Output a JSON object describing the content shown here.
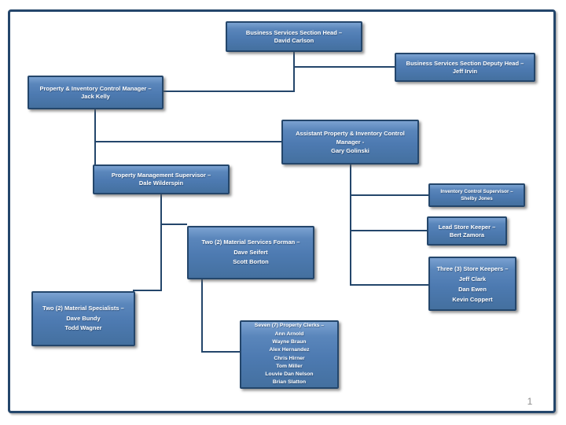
{
  "slide": {
    "page_number": "1",
    "colors": {
      "box_fill": "#4d7ab1",
      "box_fill_light": "#7ba2d1",
      "box_border": "#24466b",
      "connector": "#24466b",
      "slide_border": "#24466b",
      "text": "#ffffff",
      "page_number": "#8c8c8c"
    }
  },
  "org_chart": {
    "type": "org-chart",
    "nodes": {
      "section_head": {
        "lines": [
          "Business Services Section Head –",
          "David Carlson"
        ]
      },
      "deputy_head": {
        "lines": [
          "Business Services Section Deputy Head –",
          "Jeff Irvin"
        ]
      },
      "property_inventory_control_manager": {
        "lines": [
          "Property & Inventory Control Manager –",
          "Jack Kelly"
        ]
      },
      "assistant_manager": {
        "lines": [
          "Assistant Property & Inventory Control",
          "Manager  -",
          "Gary Golinski"
        ]
      },
      "property_management_supervisor": {
        "lines": [
          "Property Management Supervisor –",
          "Dale Wilderspin"
        ]
      },
      "inventory_control_supervisor": {
        "lines": [
          "Inventory Control Supervisor –",
          "Shelby Jones"
        ]
      },
      "lead_store_keeper": {
        "lines": [
          "Lead Store Keeper –",
          "Bert Zamora"
        ]
      },
      "store_keepers": {
        "lines": [
          "Three (3) Store Keepers –",
          "Jeff Clark",
          "Dan Ewen",
          "Kevin Coppert"
        ]
      },
      "material_services_forman": {
        "lines": [
          "Two (2) Material Services Forman –",
          "Dave Seifert",
          "Scott Borton"
        ]
      },
      "material_specialists": {
        "lines": [
          "Two (2) Material Specialists –",
          "Dave Bundy",
          "Todd Wagner"
        ]
      },
      "property_clerks": {
        "lines": [
          "Seven (7) Property Clerks –",
          "Ann Arnold",
          "Wayne Braun",
          "Alex Hernandez",
          "Chris Hirner",
          "Tom Miller",
          "Louvie Dan Nelson",
          "Brian Slatton"
        ]
      }
    },
    "edges": [
      [
        "section_head",
        "deputy_head"
      ],
      [
        "section_head",
        "property_inventory_control_manager"
      ],
      [
        "property_inventory_control_manager",
        "assistant_manager"
      ],
      [
        "property_inventory_control_manager",
        "property_management_supervisor"
      ],
      [
        "assistant_manager",
        "inventory_control_supervisor"
      ],
      [
        "assistant_manager",
        "lead_store_keeper"
      ],
      [
        "assistant_manager",
        "store_keepers"
      ],
      [
        "property_management_supervisor",
        "material_services_forman"
      ],
      [
        "property_management_supervisor",
        "material_specialists"
      ],
      [
        "material_services_forman",
        "property_clerks"
      ]
    ]
  }
}
